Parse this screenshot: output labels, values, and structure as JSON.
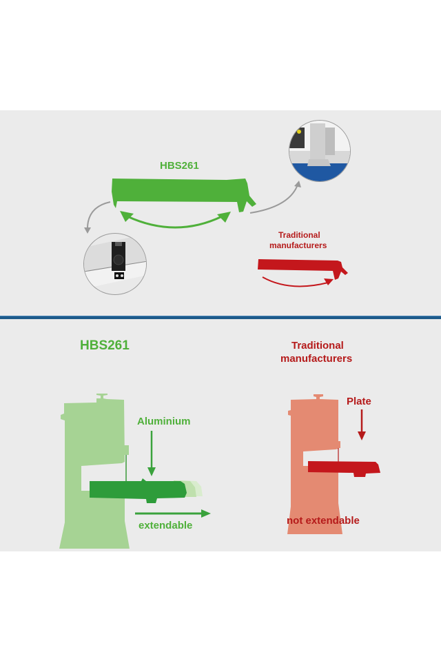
{
  "top_panel": {
    "hbs_label": "HBS261",
    "traditional_label_line1": "Traditional",
    "traditional_label_line2": "manufacturers",
    "detail_images": [
      "fence-clamp-closeup",
      "fence-bracket-closeup"
    ]
  },
  "bottom_panel": {
    "hbs": {
      "title": "HBS261",
      "material_label": "Aluminium",
      "feature_label": "extendable"
    },
    "traditional": {
      "title_line1": "Traditional",
      "title_line2": "manufacturers",
      "material_label": "Plate",
      "feature_label": "not extendable"
    }
  },
  "colors": {
    "green": "#4fb03a",
    "green_light": "#a6d394",
    "green_dark": "#2e9c3a",
    "red": "#b51a1a",
    "salmon": "#e48a72",
    "divider_blue": "#1d5a8a",
    "band_gray": "#ebebeb"
  }
}
